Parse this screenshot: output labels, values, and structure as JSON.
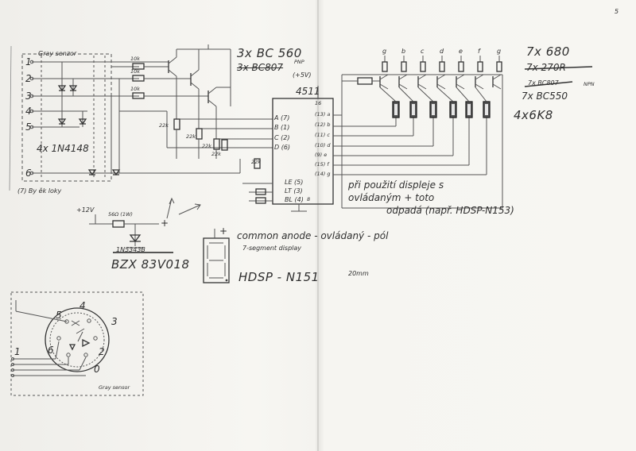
{
  "sensor": {
    "title": "Gray senzor",
    "pins": [
      "1",
      "2",
      "3",
      "4",
      "5",
      "6"
    ],
    "diodes": "4x 1N4148",
    "note": "(7) By ěk loky"
  },
  "resistors": {
    "base": [
      "10k",
      "10k",
      "10k"
    ],
    "pulldown": [
      "22k",
      "22k",
      "22k",
      "22k"
    ],
    "supply": "22k"
  },
  "transistors": {
    "pnp": "3x BC 560",
    "pnp_struck": "3x BC807",
    "pnp_type": "PNP",
    "supply": "(+5V)"
  },
  "decoder": {
    "name": "4511",
    "pin16": "16",
    "inputs": [
      "A (7)",
      "B (1)",
      "C (2)",
      "D (6)"
    ],
    "outputs": [
      "(13) a",
      "(12) b",
      "(11) c",
      "(10) d",
      "(9) e",
      "(15) f",
      "(14) g"
    ],
    "controls": [
      "LE (5)",
      "LT (3)",
      "BL (4)"
    ],
    "gnd": "8"
  },
  "driver": {
    "segment_labels": [
      "g",
      "b",
      "c",
      "d",
      "e",
      "f",
      "g"
    ],
    "res_680": "7x 680",
    "res_270": "7x 270R",
    "npn_struck": "7x BC807",
    "npn_type": "NPN",
    "npn": "7x BC550",
    "res_6k8": "4x6K8"
  },
  "notes": {
    "display_note_1": "při použití displeje s",
    "display_note_2": "ovládaným + toto",
    "display_note_3": "odpadá (např. HDSP-N153)"
  },
  "zener": {
    "supply": "+12V",
    "res": "56Ω (1W)",
    "plus": "+",
    "part": "BZX 83V018",
    "part_struck": "1N5343B"
  },
  "display": {
    "anode": "+",
    "desc": "common anode - ovládaný - pól",
    "desc2": "7-segment display",
    "part": "HDSP - N151",
    "size": "20mm"
  },
  "connector": {
    "pins": [
      "4",
      "5",
      "3",
      "6",
      "2",
      "1",
      "0"
    ],
    "title": "Gray sensor"
  },
  "page": {
    "mark": "5"
  }
}
